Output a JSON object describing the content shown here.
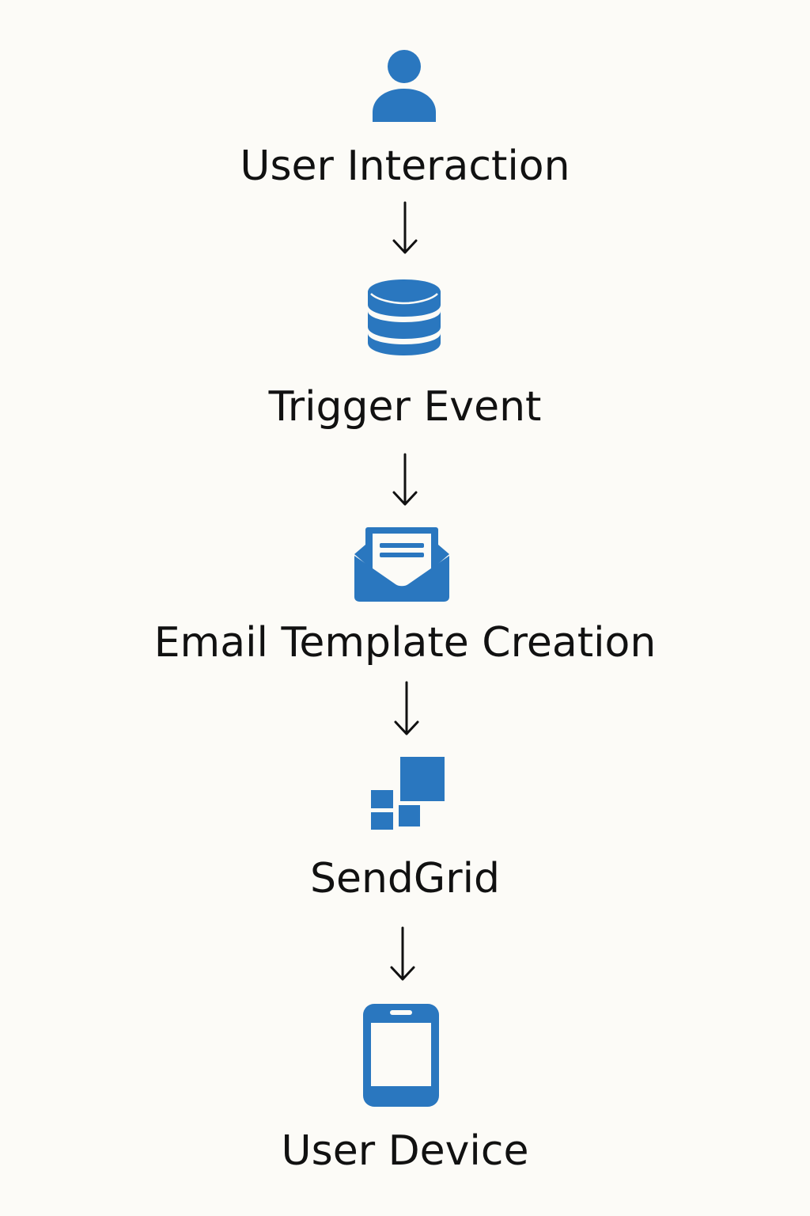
{
  "colors": {
    "icon": "#2a77bf",
    "text": "#111111",
    "background": "#fcfbf7"
  },
  "steps": [
    {
      "label": "User Interaction",
      "icon": "user-icon"
    },
    {
      "label": "Trigger Event",
      "icon": "database-icon"
    },
    {
      "label": "Email Template Creation",
      "icon": "envelope-icon"
    },
    {
      "label": "SendGrid",
      "icon": "sendgrid-logo-icon"
    },
    {
      "label": "User Device",
      "icon": "smartphone-icon"
    }
  ],
  "arrow_icon": "arrow-down-icon"
}
